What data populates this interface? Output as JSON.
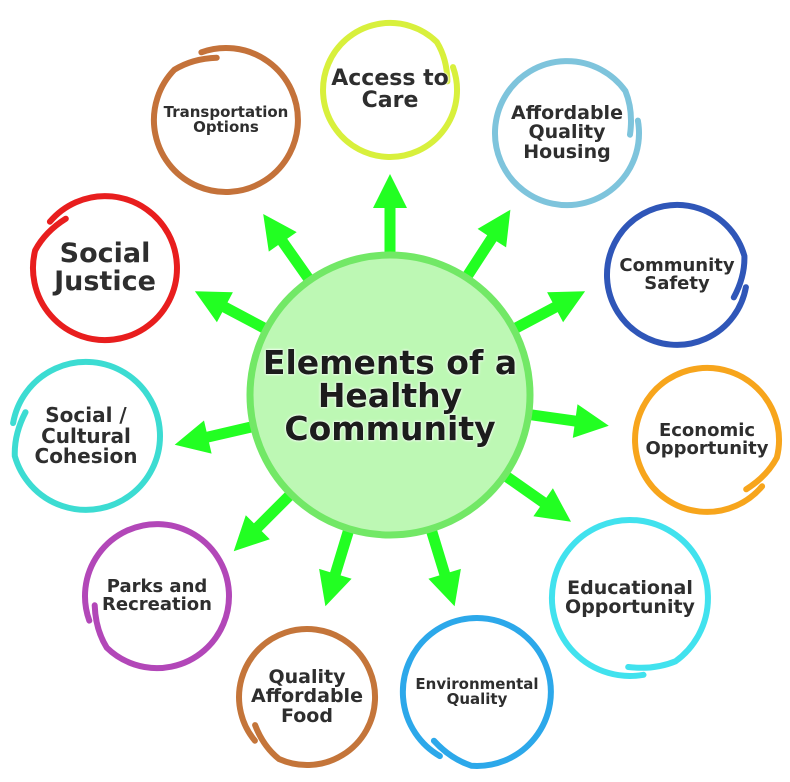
{
  "center": {
    "label": "Elements of a\nHealthy\nCommunity"
  },
  "colors": {
    "center_fill": "#bdf8b4",
    "center_stroke": "#72e866",
    "arrow": "#22ff22"
  },
  "elements": [
    {
      "name": "access-to-care",
      "label": "Access to\nCare",
      "color": "#d8f03c"
    },
    {
      "name": "affordable-quality-housing",
      "label": "Affordable\nQuality\nHousing",
      "color": "#7ec4dc"
    },
    {
      "name": "community-safety",
      "label": "Community\nSafety",
      "color": "#2f56b8"
    },
    {
      "name": "economic-opportunity",
      "label": "Economic\nOpportunity",
      "color": "#f7a51c"
    },
    {
      "name": "educational-opportunity",
      "label": "Educational\nOpportunity",
      "color": "#41e2ee"
    },
    {
      "name": "environmental-quality",
      "label": "Environmental\nQuality",
      "color": "#2ca8ea"
    },
    {
      "name": "quality-affordable-food",
      "label": "Quality\nAffordable\nFood",
      "color": "#c4753a"
    },
    {
      "name": "parks-and-recreation",
      "label": "Parks and\nRecreation",
      "color": "#b247b8"
    },
    {
      "name": "social-cultural-cohesion",
      "label": "Social /\nCultural\nCohesion",
      "color": "#3cdcd2"
    },
    {
      "name": "social-justice",
      "label": "Social\nJustice",
      "color": "#e81e1e"
    },
    {
      "name": "transportation-options",
      "label": "Transportation\nOptions",
      "color": "#c4723a"
    }
  ]
}
